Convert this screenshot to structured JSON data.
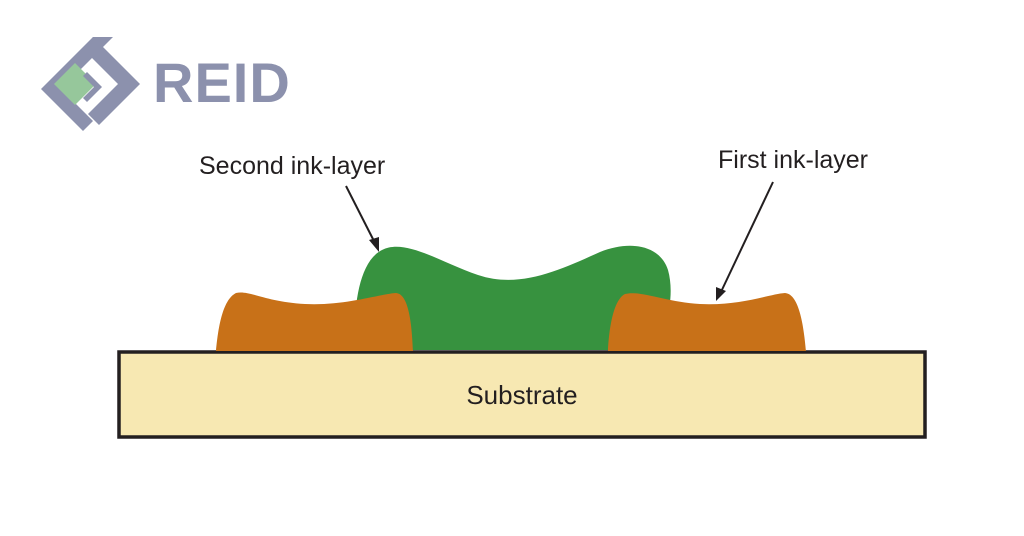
{
  "logo": {
    "wordmark": "REID",
    "icon": "reid-diamond-logo-icon",
    "colors": {
      "primary": "#8c91ad",
      "accent": "#96c79b"
    }
  },
  "diagram": {
    "labels": {
      "second_ink_layer": "Second ink-layer",
      "first_ink_layer": "First ink-layer",
      "substrate": "Substrate"
    },
    "colors": {
      "substrate_fill": "#f7e8b2",
      "substrate_stroke": "#231f20",
      "first_ink_layer": "#c87118",
      "second_ink_layer": "#37923f",
      "arrow": "#231f20"
    }
  }
}
